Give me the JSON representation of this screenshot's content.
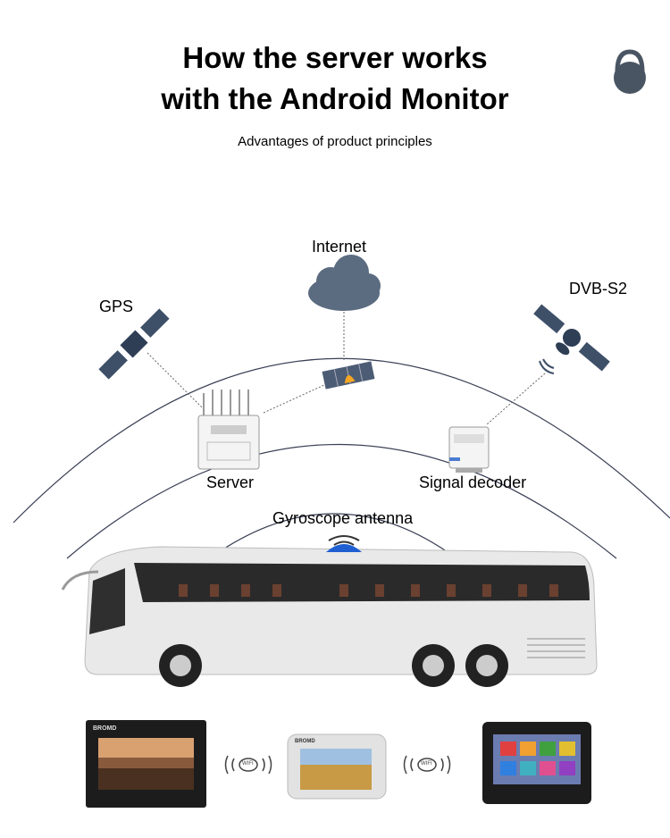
{
  "header": {
    "title_line1": "How the server works",
    "title_line2": "with the Android Monitor",
    "subtitle": "Advantages of product principles"
  },
  "labels": {
    "internet": "Internet",
    "gps": "GPS",
    "dvb": "DVB-S2",
    "server": "Server",
    "decoder": "Signal decoder",
    "gyroscope": "Gyroscope antenna"
  },
  "devices": {
    "brand": "BROMD",
    "wifi": "WIFI"
  },
  "colors": {
    "cloud": "#5b6b80",
    "badge": "#4a5563",
    "antenna_blue": "#1f5fd1",
    "bus_body": "#e8e8e8",
    "window": "#2a2a2a"
  }
}
